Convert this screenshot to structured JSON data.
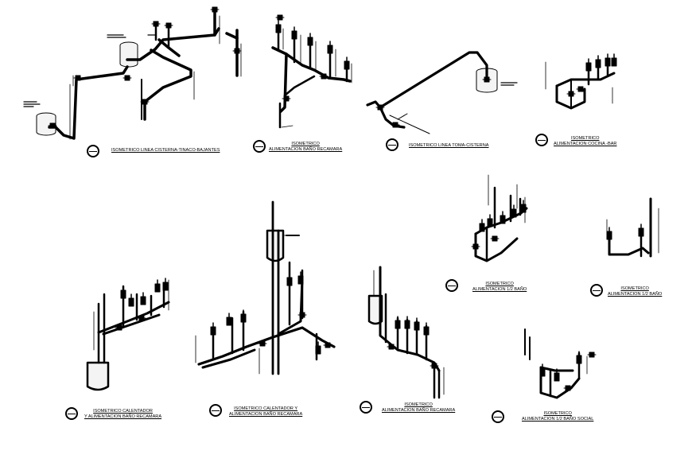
{
  "drawing": {
    "details": [
      {
        "id": "linea-cisterna",
        "lines": [
          "ISOMETRICO LINEA CISTERNA-TINACO-BAJANTES"
        ]
      },
      {
        "id": "bano-recamara-1",
        "lines": [
          "ISOMETRICO",
          "ALIMENTACION BAÑO RECAMARA"
        ]
      },
      {
        "id": "linea-toma",
        "lines": [
          "ISOMETRICO LINEA TOMA-CISTERNA"
        ]
      },
      {
        "id": "cocina-bar",
        "lines": [
          "ISOMETRICO",
          "ALIMENTACION COCINA -BAR"
        ]
      },
      {
        "id": "medio-bano-1",
        "lines": [
          "ISOMETRICO",
          "ALIMENTACION 1/2 BAÑO"
        ]
      },
      {
        "id": "medio-bano-2",
        "lines": [
          "ISOMETRICO",
          "ALIMENTACION 1/2 BAÑO"
        ]
      },
      {
        "id": "calentador-1",
        "lines": [
          "ISOMETRICO CALENTADOR",
          "Y ALIMENTACION BAÑO RECAMARA"
        ]
      },
      {
        "id": "calentador-2",
        "lines": [
          "ISOMETRICO CALENTADOR Y",
          "ALIMENTACION BAÑO RECAMARA"
        ]
      },
      {
        "id": "bano-recamara-2",
        "lines": [
          "ISOMETRICO",
          "ALIMENTACION BAÑO RECAMARA"
        ]
      },
      {
        "id": "medio-bano-social",
        "lines": [
          "ISOMETRICO",
          "ALIMENTACION 1/2 BAÑO SOCIAL"
        ]
      }
    ],
    "colors": {
      "ink": "#000000",
      "paper": "#ffffff",
      "tank_fill": "#f4f4f4"
    }
  }
}
